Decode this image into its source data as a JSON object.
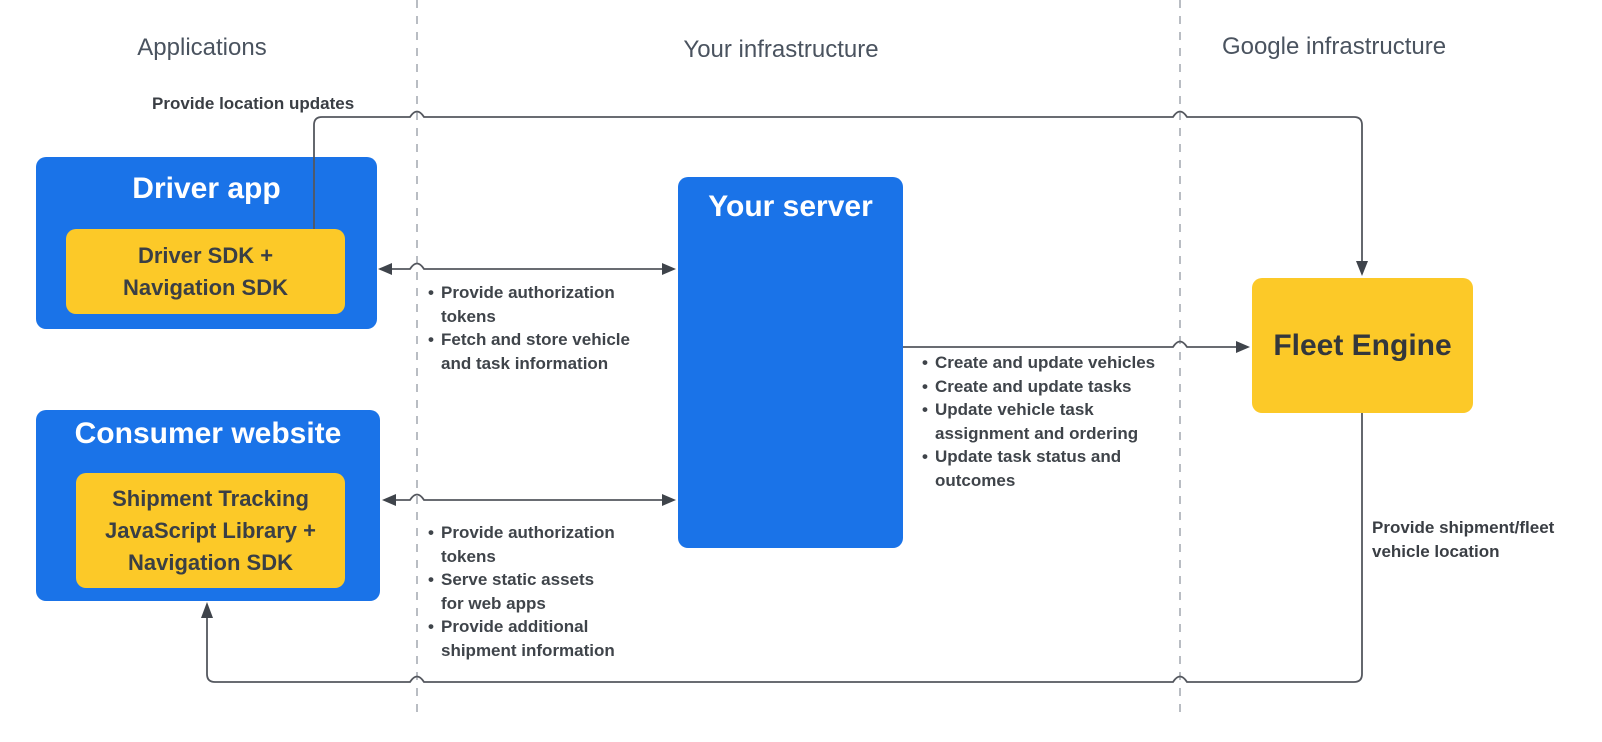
{
  "diagram": {
    "columns": {
      "applications": {
        "label": "Applications"
      },
      "your_infrastructure": {
        "label": "Your infrastructure"
      },
      "google_infrastructure": {
        "label": "Google infrastructure"
      }
    },
    "nodes": {
      "driver_app": {
        "title": "Driver app",
        "chip": "Driver SDK +\nNavigation SDK"
      },
      "consumer_website": {
        "title": "Consumer website",
        "chip": "Shipment Tracking\nJavaScript Library +\nNavigation SDK"
      },
      "your_server": {
        "title": "Your server"
      },
      "fleet_engine": {
        "title": "Fleet Engine"
      }
    },
    "edges": {
      "driver_to_fleet": {
        "label": "Provide location updates"
      },
      "driver_server": {
        "items": [
          "Provide authorization\ntokens",
          "Fetch and store vehicle\nand task information"
        ]
      },
      "consumer_server": {
        "items": [
          "Provide authorization\ntokens",
          "Serve static assets\nfor web apps",
          "Provide additional\nshipment information"
        ]
      },
      "server_fleet": {
        "items": [
          "Create and update vehicles",
          "Create and update tasks",
          "Update vehicle task\nassignment and ordering",
          "Update task status and\noutcomes"
        ]
      },
      "fleet_to_consumer": {
        "label": "Provide shipment/fleet\nvehicle location"
      }
    },
    "colors": {
      "node_blue": "#1a73e8",
      "node_yellow": "#fcc928",
      "line": "#54575e",
      "arrowhead": "#3f444b",
      "divider": "#b9bdc3",
      "heading_text": "#4a535f",
      "label_text": "#3a3e44"
    }
  }
}
